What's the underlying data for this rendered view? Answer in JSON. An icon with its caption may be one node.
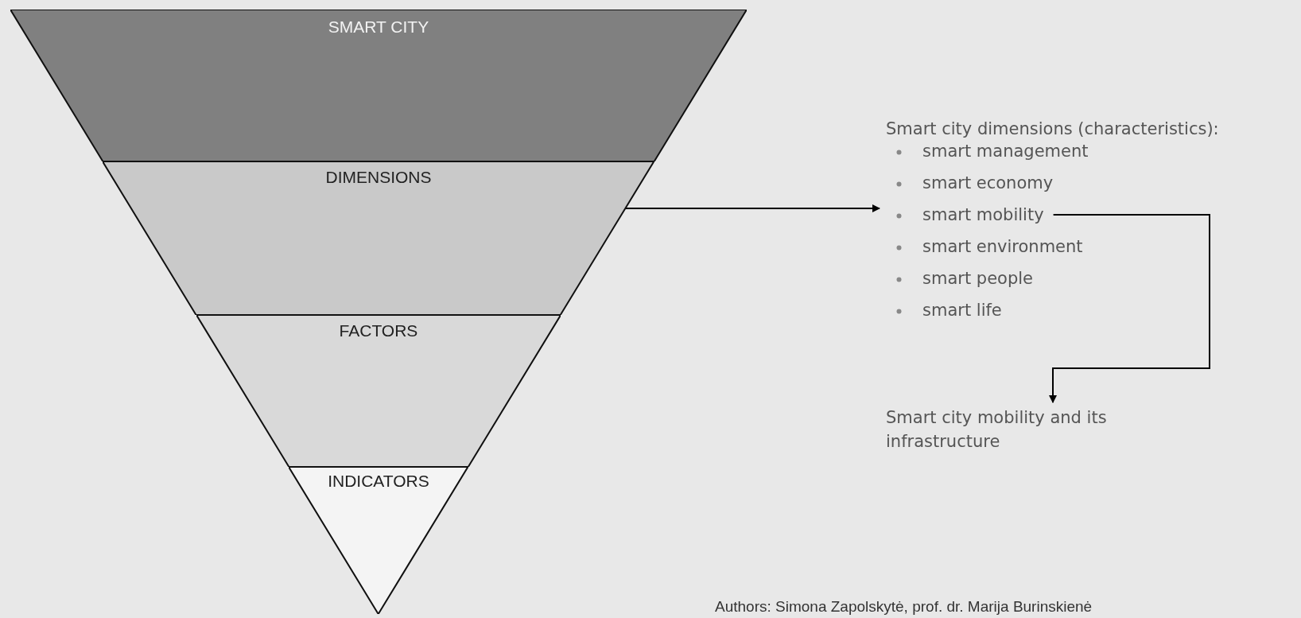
{
  "diagram": {
    "nodes": [
      {
        "text": [
          "SMART CITY"
        ]
      },
      {
        "text": [
          "DIMENSIONS"
        ]
      },
      {
        "text": [
          "FACTORS"
        ]
      },
      {
        "text": [
          "INDICATORS"
        ]
      },
      {
        "text": [
          "Smart city dimensions (characteristics):"
        ]
      },
      {
        "text": [
          "smart management"
        ],
        "in": 4
      },
      {
        "text": [
          "smart economy"
        ],
        "in": 4
      },
      {
        "text": [
          "smart mobility"
        ],
        "in": 4
      },
      {
        "text": [
          "smart environment"
        ],
        "in": 4
      },
      {
        "text": [
          "smart people"
        ],
        "in": 4
      },
      {
        "text": [
          "smart life"
        ],
        "in": 4
      },
      {
        "text": [
          "Smart city mobility and its infrastructure"
        ]
      }
    ],
    "edges": [
      {
        "from": 1,
        "to": 4,
        "arrow": "to"
      },
      {
        "from": 7,
        "to": 11,
        "arrow": "to"
      }
    ],
    "labels": [
      "Authors: Simona Zapolskytė, prof. dr. Marija Burinskienė"
    ]
  }
}
